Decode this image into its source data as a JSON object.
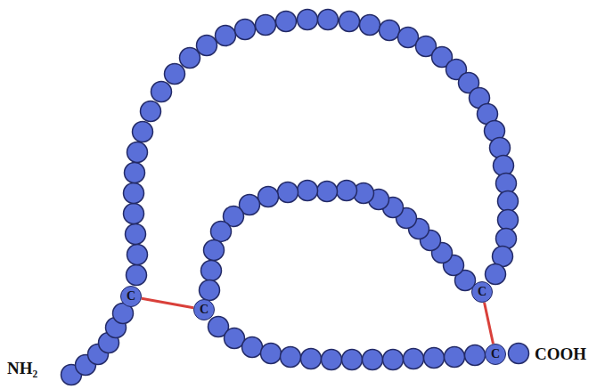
{
  "diagram": {
    "nodes": [
      {
        "text": [
          "C"
        ]
      },
      {
        "text": [
          "C"
        ]
      },
      {
        "text": [
          "C"
        ]
      },
      {
        "text": [
          "C"
        ]
      }
    ],
    "edges": [
      {
        "from": 0,
        "to": 1,
        "arrow": "none"
      },
      {
        "from": 2,
        "to": 3,
        "arrow": "none"
      }
    ],
    "labels": [
      "NH₂",
      "COOH"
    ]
  }
}
